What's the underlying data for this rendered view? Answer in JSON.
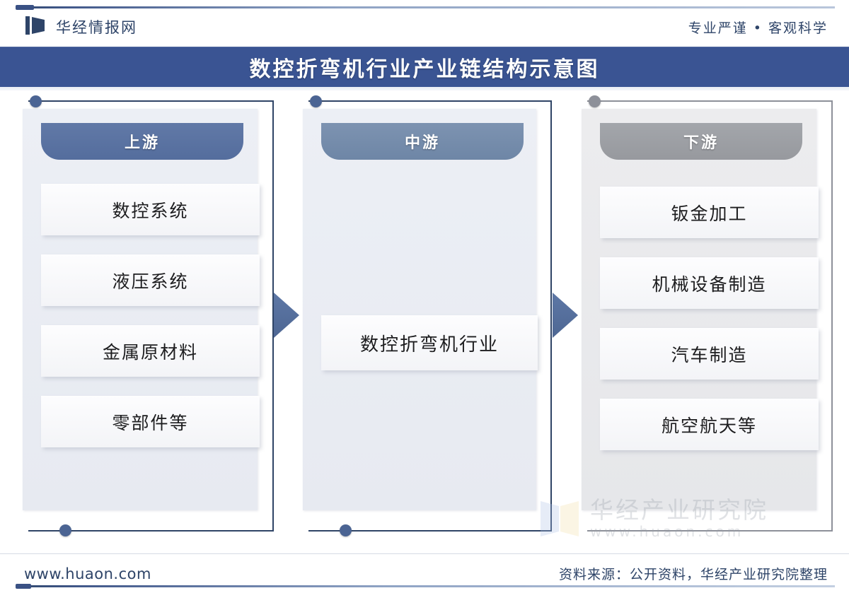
{
  "header": {
    "brand_name": "华经情报网",
    "brand_icon": "flag-logo-icon",
    "slogan": "专业严谨 • 客观科学"
  },
  "title": {
    "text": "数控折弯机行业产业链结构示意图"
  },
  "diagram": {
    "columns": [
      {
        "id": "upstream",
        "header": "上游",
        "accent": "#546d9d",
        "items": [
          "数控系统",
          "液压系统",
          "金属原材料",
          "零部件等"
        ]
      },
      {
        "id": "midstream",
        "header": "中游",
        "accent": "#6e86a6",
        "items": [
          "数控折弯机行业"
        ]
      },
      {
        "id": "downstream",
        "header": "下游",
        "accent": "#97999e",
        "items": [
          "钣金加工",
          "机械设备制造",
          "汽车制造",
          "航空航天等"
        ]
      }
    ],
    "arrows": [
      "arrow-upstream-to-midstream",
      "arrow-midstream-to-downstream"
    ]
  },
  "watermark": {
    "cn": "华经产业研究院",
    "en": "www.huaon.com"
  },
  "footer": {
    "site": "www.huaon.com",
    "source": "资料来源：公开资料，华经产业研究院整理"
  }
}
